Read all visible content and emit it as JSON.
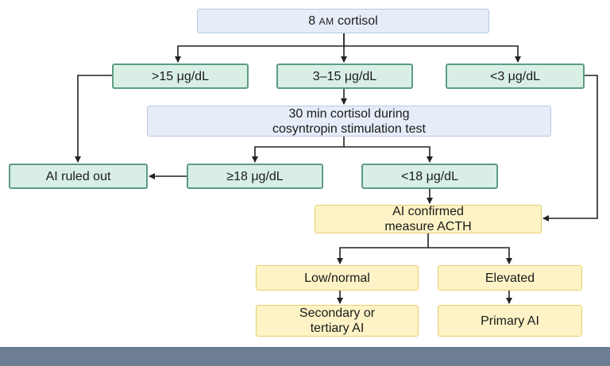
{
  "nodes": {
    "am_cortisol": {
      "pre": "8 ",
      "smallcaps": "AM",
      "post": " cortisol"
    },
    "gt15": ">15 μg/dL",
    "range3_15": "3–15 μg/dL",
    "lt3": "<3 μg/dL",
    "stim_test": {
      "line1": "30 min cortisol during",
      "line2": "cosyntropin stimulation test"
    },
    "ai_ruled_out": "AI ruled out",
    "ge18": "≥18 μg/dL",
    "lt18": "<18 μg/dL",
    "ai_confirmed": {
      "line1": "AI confirmed",
      "line2": "measure ACTH"
    },
    "low_normal": "Low/normal",
    "elevated": "Elevated",
    "secondary": {
      "line1": "Secondary or",
      "line2": "tertiary AI"
    },
    "primary": "Primary AI"
  },
  "colors": {
    "blue_fill": "#e6edf8",
    "green_fill": "#d9efe6",
    "green_border": "#5c9c83",
    "yellow_fill": "#fdf3c6",
    "arrow": "#222222",
    "footer_bar": "#6c7d94"
  }
}
